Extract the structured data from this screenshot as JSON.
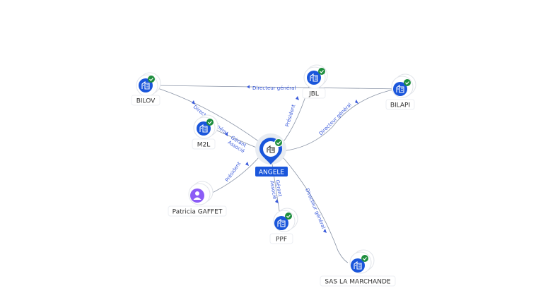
{
  "center": {
    "label": "ANGELE",
    "icon": "building-icon"
  },
  "nodes": [
    {
      "id": "bilov",
      "label": "BILOV",
      "kind": "company"
    },
    {
      "id": "m2l",
      "label": "M2L",
      "kind": "company"
    },
    {
      "id": "jbl",
      "label": "JBL",
      "kind": "company"
    },
    {
      "id": "bilapi",
      "label": "BILAPI",
      "kind": "company"
    },
    {
      "id": "patricia",
      "label": "Patricia GAFFET",
      "kind": "person"
    },
    {
      "id": "ppf",
      "label": "PPF",
      "kind": "company"
    },
    {
      "id": "sas",
      "label": "SAS LA MARCHANDE",
      "kind": "company"
    }
  ],
  "edge_labels": {
    "bilov_bilapi": "Directeur général",
    "bilov_center": "Directeur général",
    "m2l_center": "Gérant\nAssocié",
    "jbl_center": "Président",
    "bilapi_center": "Directeur général",
    "patricia_center": "Président",
    "ppf_center": "Gérant\nAssocié",
    "sas_center": "Directeur général"
  },
  "colors": {
    "accent": "#1a56db",
    "check": "#1e8e3e",
    "person": "#8b5cf6",
    "edge": "#8a94a6",
    "edge_label": "#3b5bdb"
  }
}
